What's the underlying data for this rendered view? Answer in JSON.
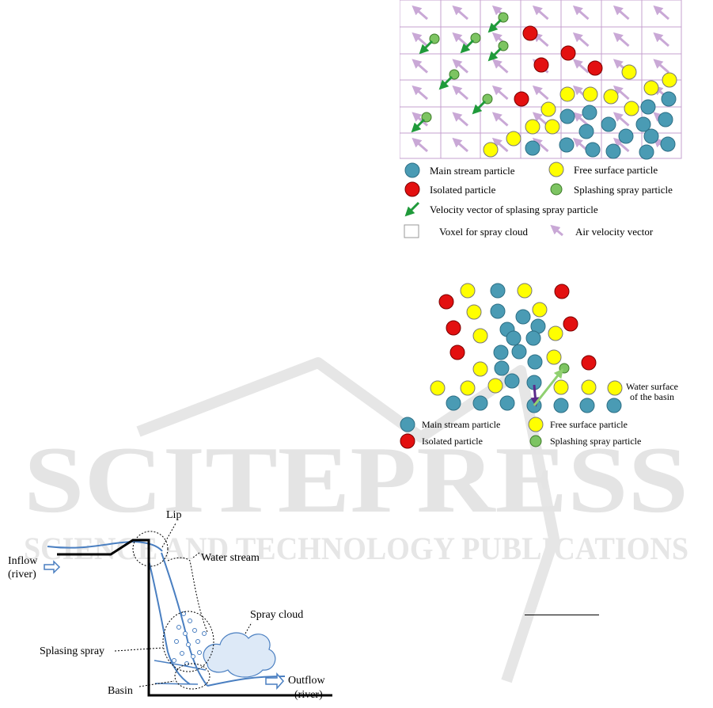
{
  "watermark": {
    "title": "SCITEPRESS",
    "subtitle": "SCIENCE AND TECHNOLOGY PUBLICATIONS"
  },
  "spray_figure": {
    "legend": {
      "main_stream": "Main stream particle",
      "free_surface": "Free surface particle",
      "isolated": "Isolated particle",
      "splashing": "Splashing spray particle",
      "velocity": "Velocity vector of splasing spray particle",
      "voxel": "Voxel for spray cloud",
      "air_velocity": "Air velocity vector"
    },
    "colors": {
      "main_stream": "#4a9bb4",
      "free_surface": "#ffff00",
      "isolated": "#e31010",
      "splashing": "#7dc462",
      "arrow_green": "#1f9a3a",
      "air_arrow": "#c9a8d6",
      "grid": "#c6a0cf"
    }
  },
  "basin_figure": {
    "legend": {
      "main_stream": "Main stream particle",
      "free_surface": "Free surface particle",
      "isolated": "Isolated particle",
      "splashing": "Splashing spray particle"
    },
    "annotation_line1": "Water surface",
    "annotation_line2": "of the basin",
    "colors": {
      "purple_arrow": "#5b2a8a",
      "green_arrow": "#90d070"
    }
  },
  "waterfall_figure": {
    "labels": {
      "lip": "Lip",
      "inflow_line1": "Inflow",
      "inflow_line2": "(river)",
      "water_stream": "Water stream",
      "spray_cloud": "Spray cloud",
      "splashing_spray": "Splasing spray",
      "basin": "Basin",
      "outflow_line1": "Outflow",
      "outflow_line2": "(river)"
    },
    "colors": {
      "water": "#4a7fc1",
      "cloud_fill": "#dde9f7"
    }
  }
}
